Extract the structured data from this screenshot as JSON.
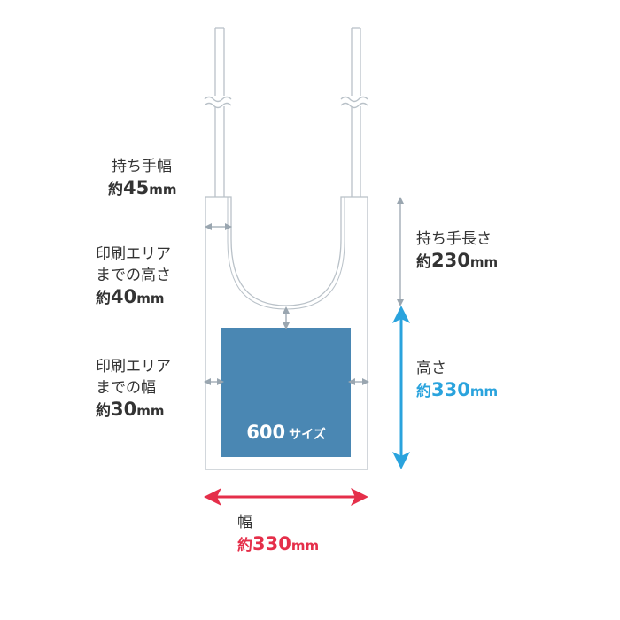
{
  "colors": {
    "print_area": "#4a87b3",
    "height_arrow": "#2aa3dd",
    "width_arrow": "#e52f4a",
    "guide_arrow": "#9aa6b0",
    "outline": "#b9c1c8",
    "text": "#333333"
  },
  "labels": {
    "handle_width": {
      "title": "持ち手幅",
      "prefix": "約",
      "number": "45",
      "unit": "mm"
    },
    "print_top_margin": {
      "line1": "印刷エリア",
      "line2": "までの高さ",
      "prefix": "約",
      "number": "40",
      "unit": "mm"
    },
    "print_side_margin": {
      "line1": "印刷エリア",
      "line2": "までの幅",
      "prefix": "約",
      "number": "30",
      "unit": "mm"
    },
    "handle_length": {
      "title": "持ち手長さ",
      "prefix": "約",
      "number": "230",
      "unit": "mm"
    },
    "height": {
      "title": "高さ",
      "prefix": "約",
      "number": "330",
      "unit": "mm"
    },
    "width": {
      "title": "幅",
      "prefix": "約",
      "number": "330",
      "unit": "mm"
    }
  },
  "print_area": {
    "size": "600",
    "suffix": "サイズ"
  }
}
